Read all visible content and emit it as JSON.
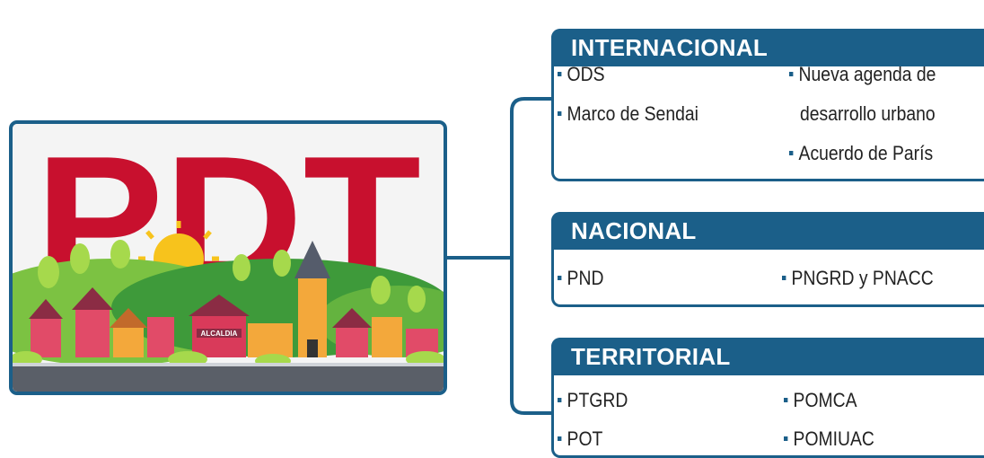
{
  "illustration": {
    "title_text": "PDT",
    "building_label": "ALCALDIA"
  },
  "colors": {
    "accent": "#1b5f89",
    "pdt_red": "#c8102e"
  },
  "boxes": [
    {
      "header": "INTERNACIONAL",
      "items": [
        "ODS",
        "Marco de Sendai",
        "Nueva agenda de",
        "desarrollo urbano",
        "Acuerdo de París"
      ]
    },
    {
      "header": "NACIONAL",
      "items": [
        "PND",
        "PNGRD y PNACC"
      ]
    },
    {
      "header": "TERRITORIAL",
      "items": [
        "PTGRD",
        "POT",
        "POMCA",
        "POMIUAC"
      ]
    }
  ]
}
